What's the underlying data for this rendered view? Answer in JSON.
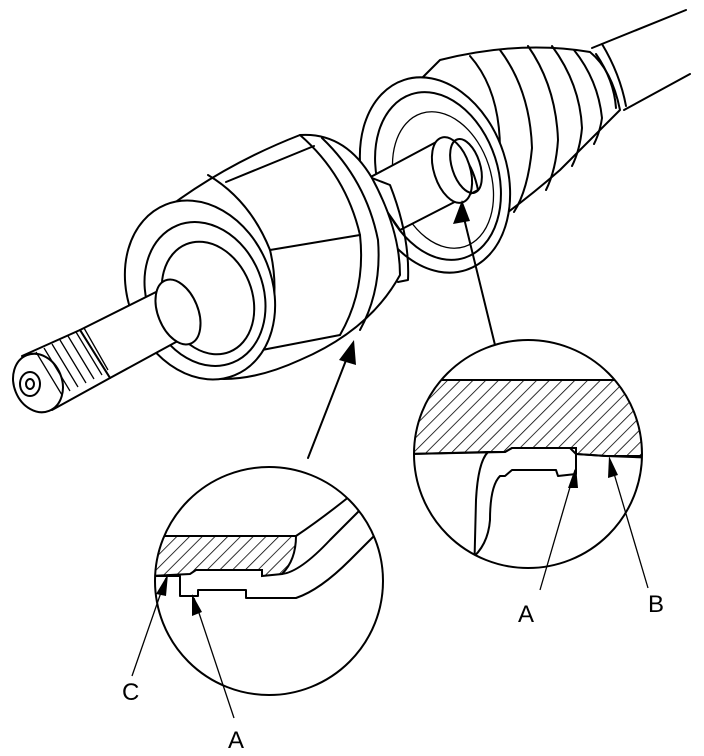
{
  "labels": {
    "a_left": "A",
    "c_left": "C",
    "a_right": "A",
    "b_right": "B"
  },
  "colors": {
    "line": "#000000",
    "background": "#ffffff"
  }
}
